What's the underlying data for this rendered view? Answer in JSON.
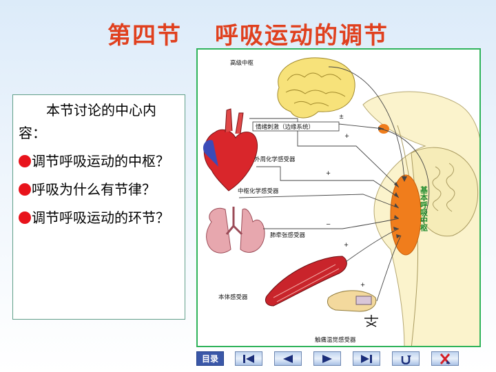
{
  "slide": {
    "title_part1": "第四节",
    "title_part2": "呼吸运动的调节"
  },
  "content_box": {
    "intro": "本节讨论的中心内容：",
    "items": [
      "调节呼吸运动的中枢？",
      "呼吸为什么有节律？",
      "调节呼吸运动的环节？"
    ]
  },
  "figure": {
    "labels": {
      "higher_center": "高级中枢",
      "emotion": "情绪刺激（边缘系统）",
      "peripheral_chemo": "外周化学感受器",
      "central_chemo": "中枢化学感受器",
      "lung_stretch": "肺牵张感受器",
      "proprioceptor": "本体感受器",
      "skin_receptor": "触痛温觉感受器",
      "basic_center": "基本呼吸中枢",
      "plus_minus": "±",
      "plus": "+",
      "minus": "−"
    }
  },
  "nav": {
    "menu_label": "目录",
    "icons": [
      "first-slide-icon",
      "prev-slide-icon",
      "next-slide-icon",
      "last-slide-icon",
      "return-icon",
      "exit-icon"
    ]
  },
  "colors": {
    "title": "#e0401e",
    "bullet": "#e8131b",
    "figure_border": "#2fb35a",
    "medulla": "#f07d1c"
  }
}
